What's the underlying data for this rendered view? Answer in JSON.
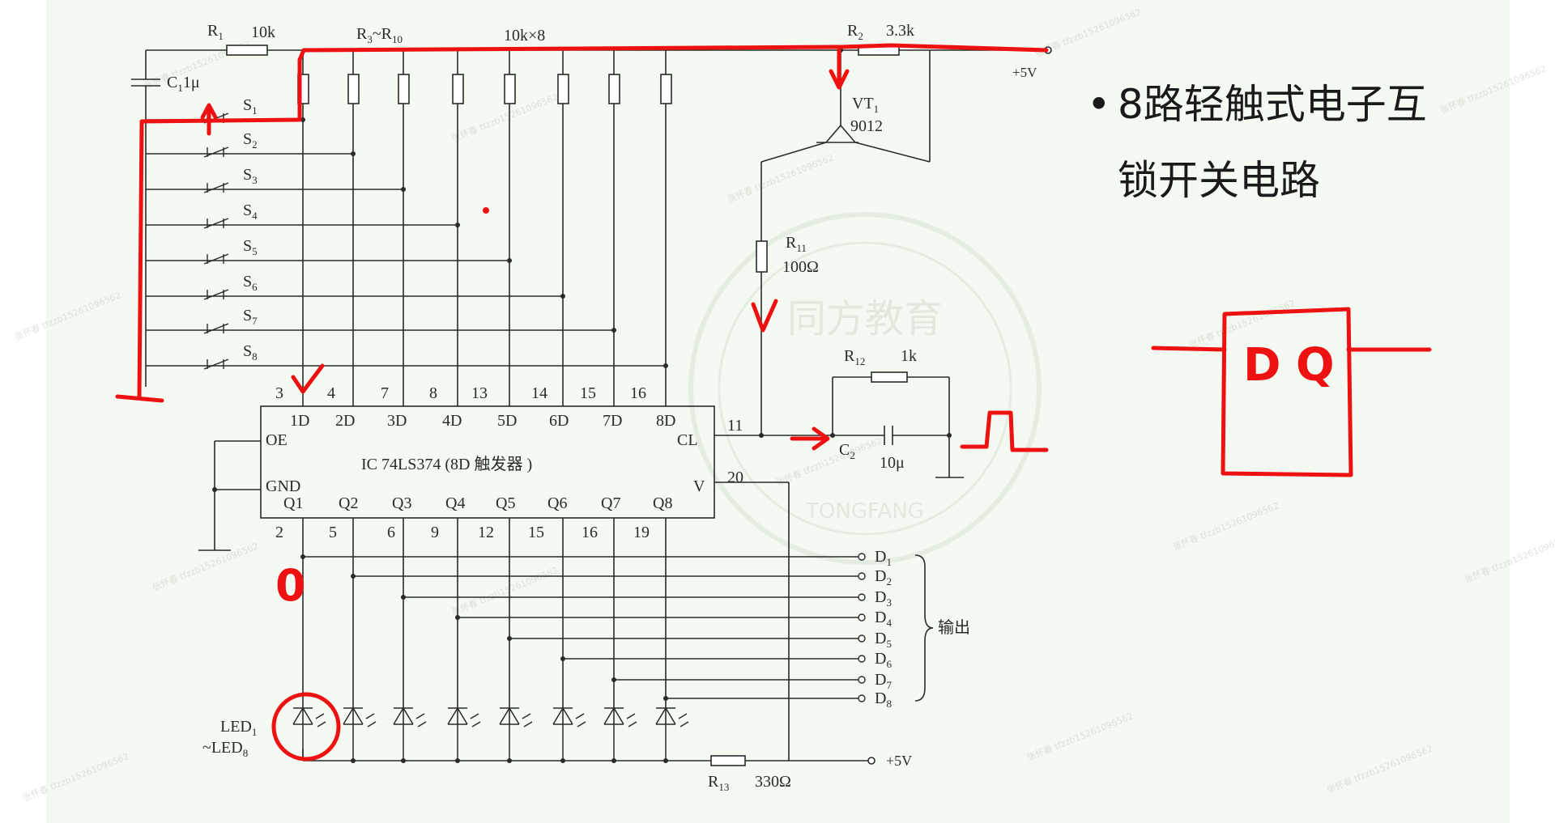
{
  "slide": {
    "bullet": "•",
    "title_line1": "8路轻触式电子互",
    "title_line2": "锁开关电路"
  },
  "circuit": {
    "r1": "R",
    "r1_sub": "1",
    "r1_val": "10k",
    "r2_range": "R",
    "r2_sub": "3",
    "r2_tilde": "~R",
    "r2_sub2": "10",
    "r2_val": "10k×8",
    "r2": "R",
    "r2s": "2",
    "r2v": "3.3k",
    "c1": "C",
    "c1s": "1",
    "c1v": "1μ",
    "vt": "VT",
    "vts": "1",
    "vtv": "9012",
    "r11": "R",
    "r11s": "11",
    "r11v": "100Ω",
    "r12": "R",
    "r12s": "12",
    "r12v": "1k",
    "c2": "C",
    "c2s": "2",
    "c2v": "10μ",
    "vcc_top": "+5V",
    "vcc_bottom": "+5V",
    "r13": "R",
    "r13s": "13",
    "r13v": "330Ω",
    "switches": [
      "S",
      "S",
      "S",
      "S",
      "S",
      "S",
      "S",
      "S"
    ],
    "switch_subs": [
      "1",
      "2",
      "3",
      "4",
      "5",
      "6",
      "7",
      "8"
    ],
    "ic_label": "IC  74LS374 (8D 触发器 )",
    "oe": "OE",
    "gnd": "GND",
    "cl": "CL",
    "v": "V",
    "pin_cl": "11",
    "pin_v": "20",
    "d_pins": [
      "1D",
      "2D",
      "3D",
      "4D",
      "5D",
      "6D",
      "7D",
      "8D"
    ],
    "d_pin_numbers": [
      "3",
      "4",
      "7",
      "8",
      "13",
      "14",
      "15",
      "16"
    ],
    "q_pins": [
      "Q1",
      "Q2",
      "Q3",
      "Q4",
      "Q5",
      "Q6",
      "Q7",
      "Q8"
    ],
    "q_pin_numbers": [
      "2",
      "5",
      "6",
      "9",
      "12",
      "15",
      "16",
      "19"
    ],
    "outputs": [
      "D",
      "D",
      "D",
      "D",
      "D",
      "D",
      "D",
      "D"
    ],
    "output_subs": [
      "1",
      "2",
      "3",
      "4",
      "5",
      "6",
      "7",
      "8"
    ],
    "output_label": "输出",
    "led_label1": "LED",
    "led_sub1": "1",
    "led_label2": "~LED",
    "led_sub2": "8"
  },
  "annotation": {
    "dq_d": "D",
    "dq_q": "Q",
    "note_zero": "0"
  },
  "watermark": {
    "brand": "TONGFANG",
    "cn": "同方教育",
    "repeat": "张怀春 tfzzb15261096562"
  },
  "colors": {
    "ink": "#2a2a2a",
    "annotation": "#ee1111",
    "background": "#ffffff"
  }
}
